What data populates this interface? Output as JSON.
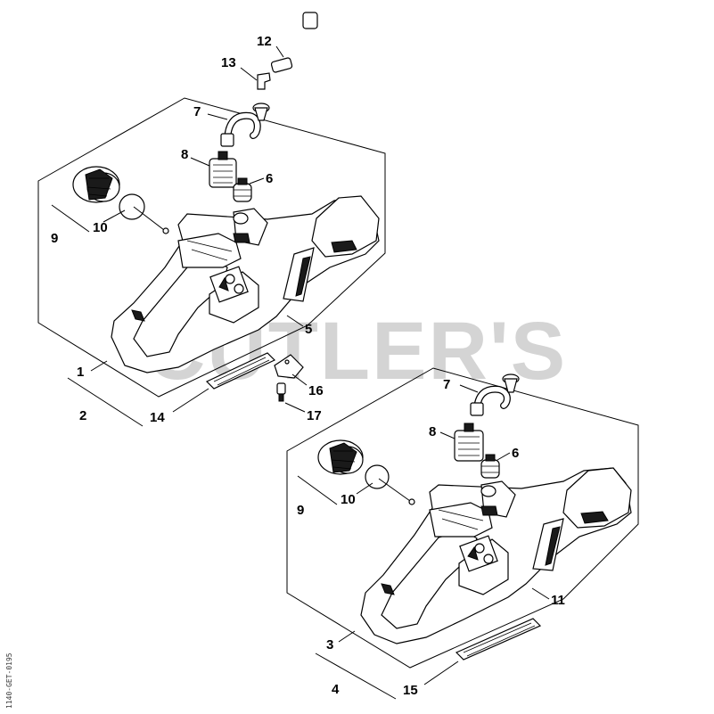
{
  "watermark": "CUTLER'S",
  "diagram_code": "1140-GET-0195",
  "callouts": {
    "c1": "1",
    "c2": "2",
    "c3": "3",
    "c4": "4",
    "c5": "5",
    "c6a": "6",
    "c6b": "6",
    "c7a": "7",
    "c7b": "7",
    "c8a": "8",
    "c8b": "8",
    "c9a": "9",
    "c9b": "9",
    "c10a": "10",
    "c10b": "10",
    "c11": "11",
    "c12": "12",
    "c13": "13",
    "c14": "14",
    "c15": "15",
    "c16": "16",
    "c17": "17"
  }
}
